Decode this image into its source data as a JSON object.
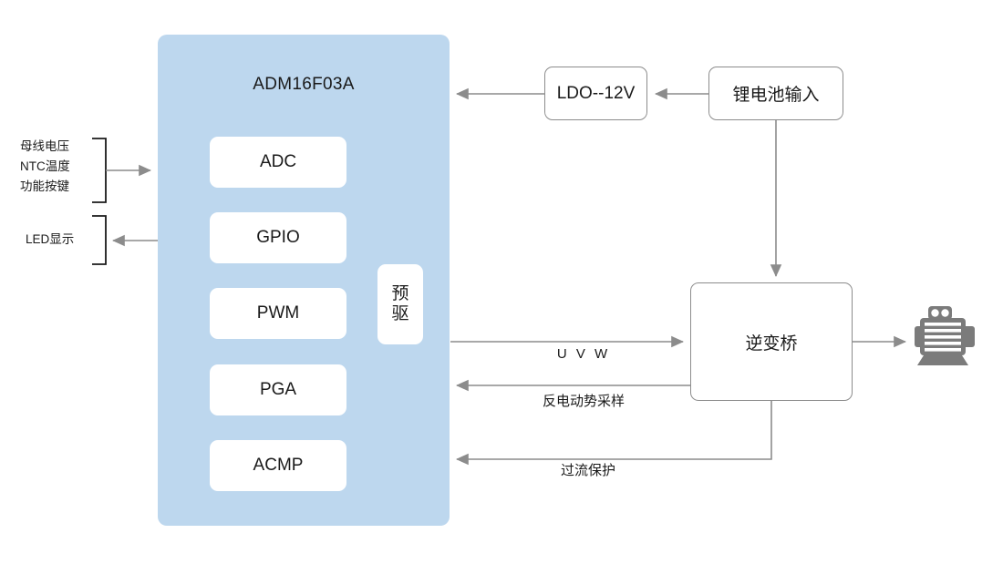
{
  "diagram": {
    "title": "ADM16F03A motor control block diagram",
    "background_color": "#ffffff",
    "panel_color": "#bdd7ee",
    "line_color": "#8c8c8c",
    "icon_color": "#7b7b7b"
  },
  "mcu": {
    "title": "ADM16F03A",
    "blocks": [
      {
        "label": "ADC"
      },
      {
        "label": "GPIO"
      },
      {
        "label": "PWM"
      },
      {
        "label": "PGA"
      },
      {
        "label": "ACMP"
      }
    ],
    "predriver": {
      "line1": "预",
      "line2": "驱"
    }
  },
  "inputs": {
    "sensors": [
      "母线电压",
      "NTC温度",
      "功能按键"
    ],
    "display": "LED显示"
  },
  "power": {
    "ldo": "LDO--12V",
    "battery": "锂电池输入"
  },
  "drive": {
    "inverter": "逆变桥",
    "motor_icon": "motor-icon"
  },
  "signals": {
    "uvw": "U V W",
    "back_emf": "反电动势采样",
    "over_current": "过流保护"
  }
}
